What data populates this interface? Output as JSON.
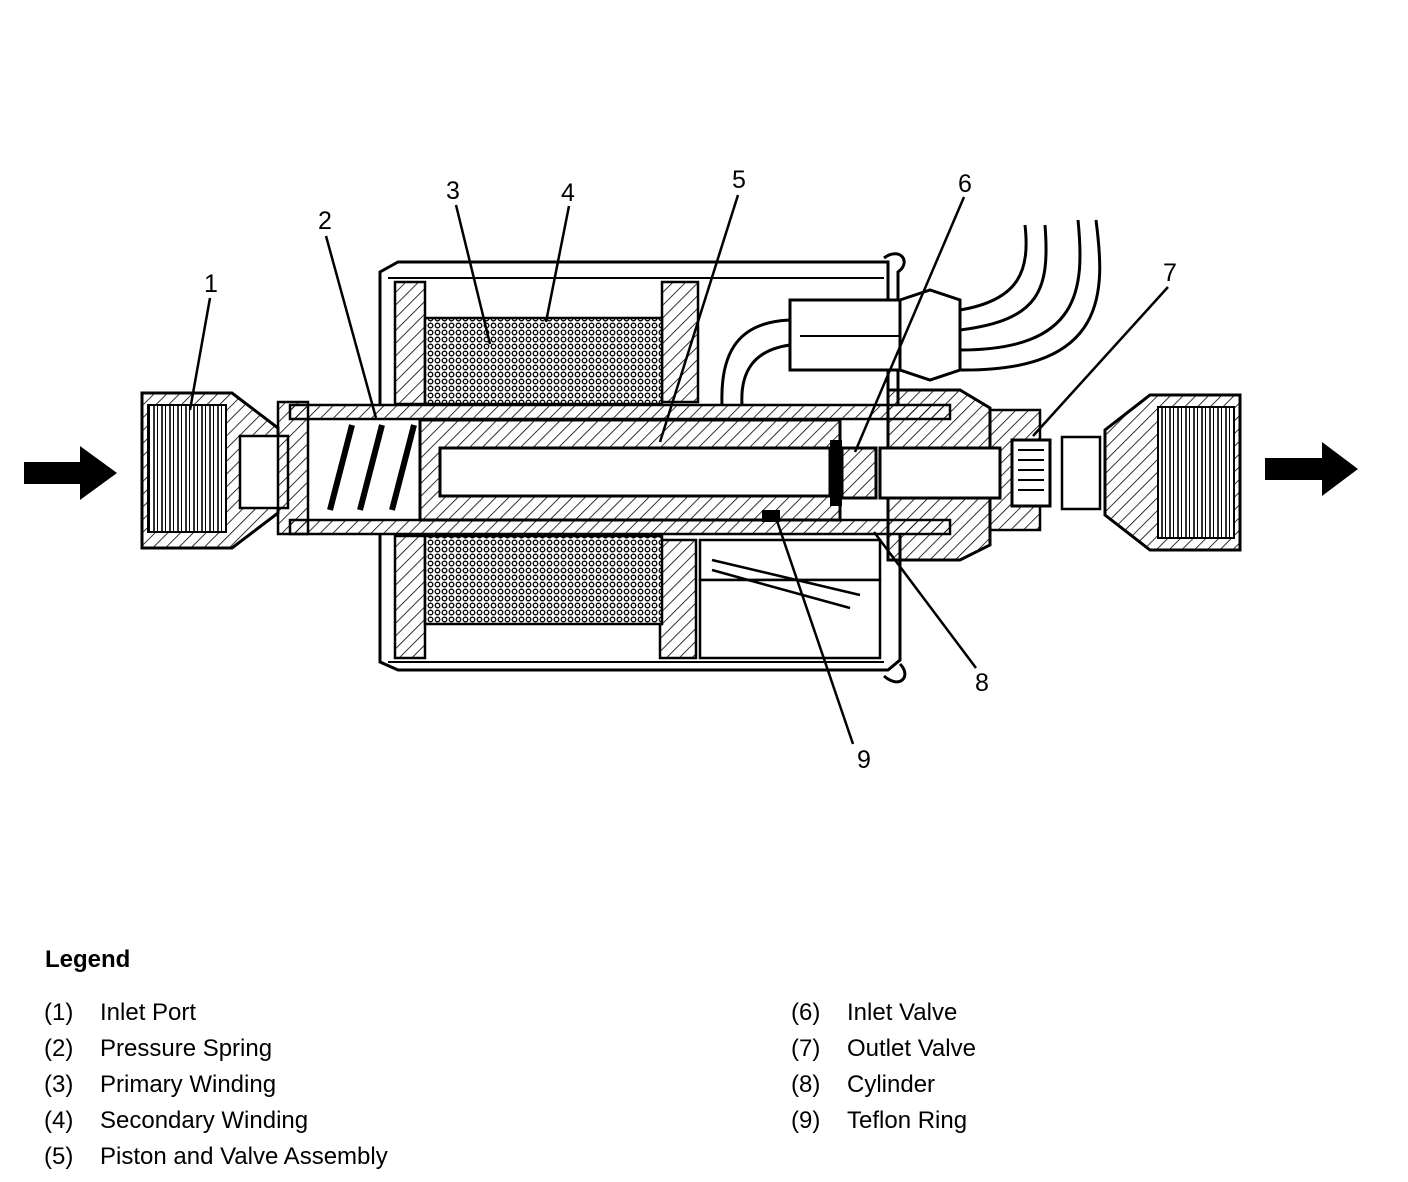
{
  "callouts": [
    "1",
    "2",
    "3",
    "4",
    "5",
    "6",
    "7",
    "8",
    "9"
  ],
  "legend": {
    "title": "Legend",
    "left": [
      {
        "num": "(1)",
        "label": "Inlet Port"
      },
      {
        "num": "(2)",
        "label": "Pressure Spring"
      },
      {
        "num": "(3)",
        "label": "Primary Winding"
      },
      {
        "num": "(4)",
        "label": "Secondary Winding"
      },
      {
        "num": "(5)",
        "label": "Piston and Valve Assembly"
      }
    ],
    "right": [
      {
        "num": "(6)",
        "label": "Inlet Valve"
      },
      {
        "num": "(7)",
        "label": "Outlet Valve"
      },
      {
        "num": "(8)",
        "label": "Cylinder"
      },
      {
        "num": "(9)",
        "label": "Teflon Ring"
      }
    ]
  }
}
